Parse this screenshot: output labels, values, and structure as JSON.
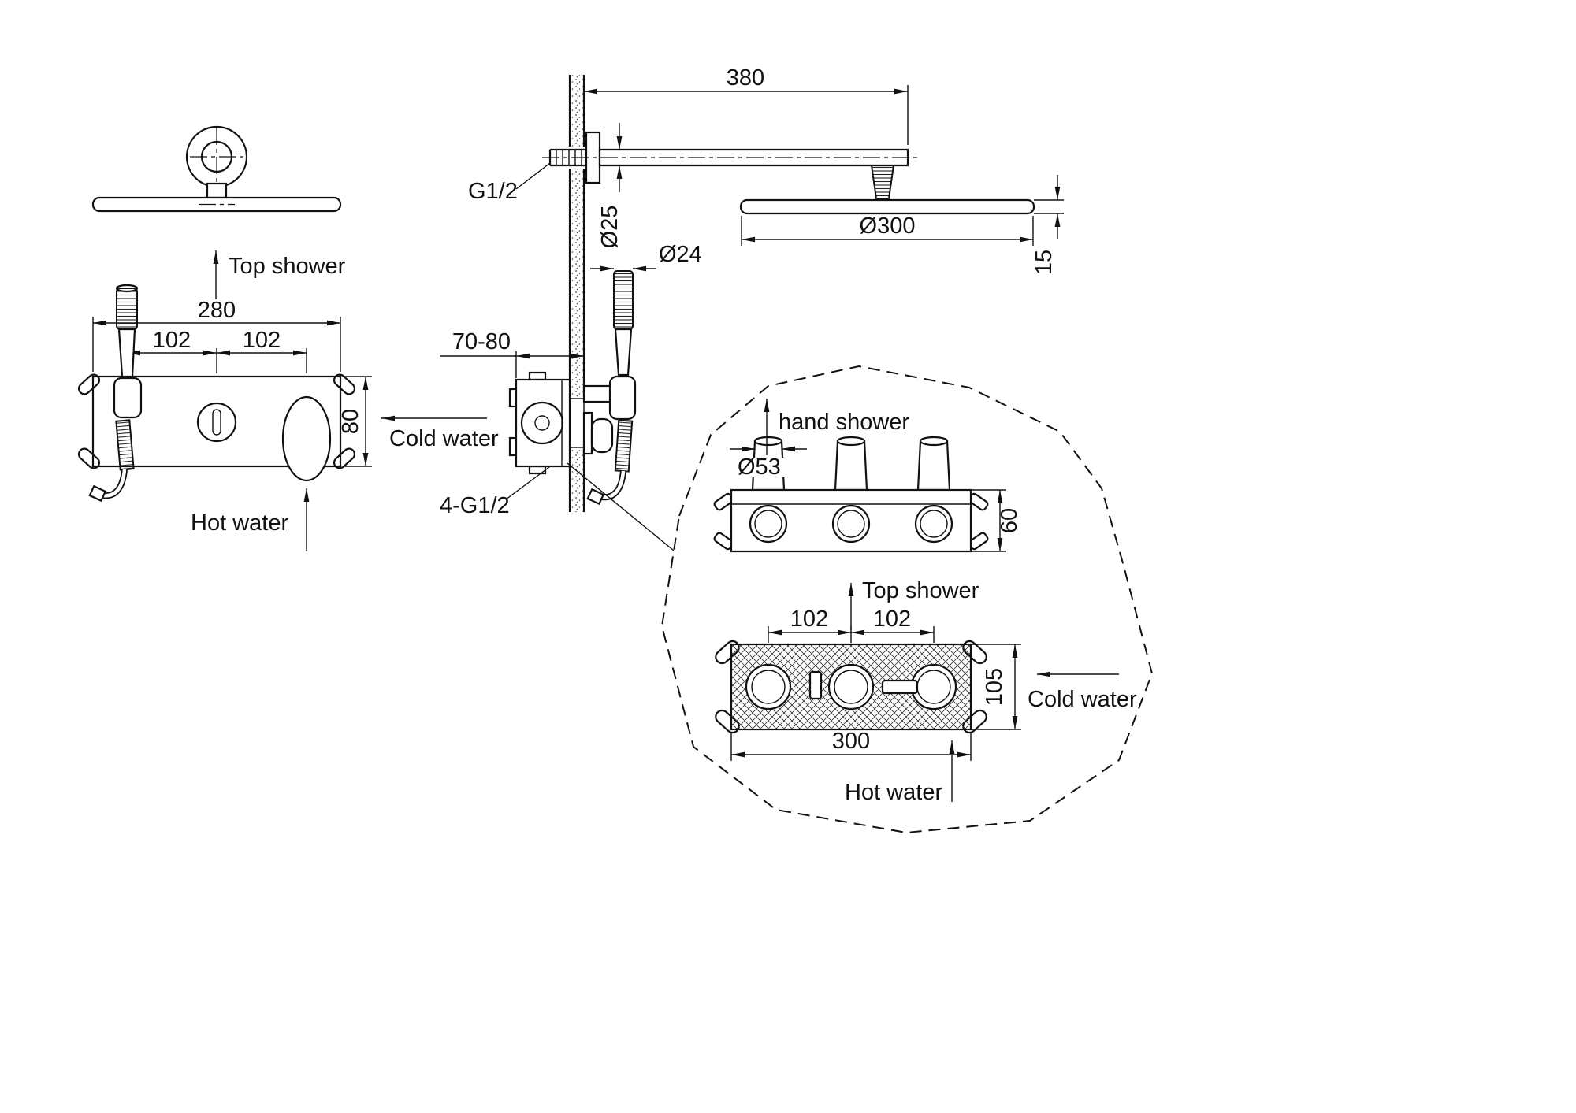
{
  "drawing": {
    "front": {
      "top_shower": "Top shower",
      "cold_water": "Cold water",
      "hot_water": "Hot water",
      "dim_width": "280",
      "dim_spacing_left": "102",
      "dim_spacing_right": "102",
      "dim_height": "80"
    },
    "side": {
      "dim_arm_length": "380",
      "thread_label": "G1/2",
      "dim_arm_diameter": "Ø25",
      "dim_hand_shower_diameter": "Ø24",
      "dim_embed_depth": "70-80",
      "ports_label": "4-G1/2",
      "dim_head_diameter": "Ø300",
      "dim_head_thickness": "15"
    },
    "detail": {
      "hand_shower": "hand shower",
      "top_shower": "Top shower",
      "cold_water": "Cold water",
      "hot_water": "Hot water",
      "dim_knob_diameter": "Ø53",
      "dim_body_depth": "60",
      "dim_spacing_left": "102",
      "dim_spacing_right": "102",
      "dim_body_height": "105",
      "dim_body_width": "300"
    },
    "colors": {
      "line": "#111111",
      "background": "#ffffff"
    }
  }
}
